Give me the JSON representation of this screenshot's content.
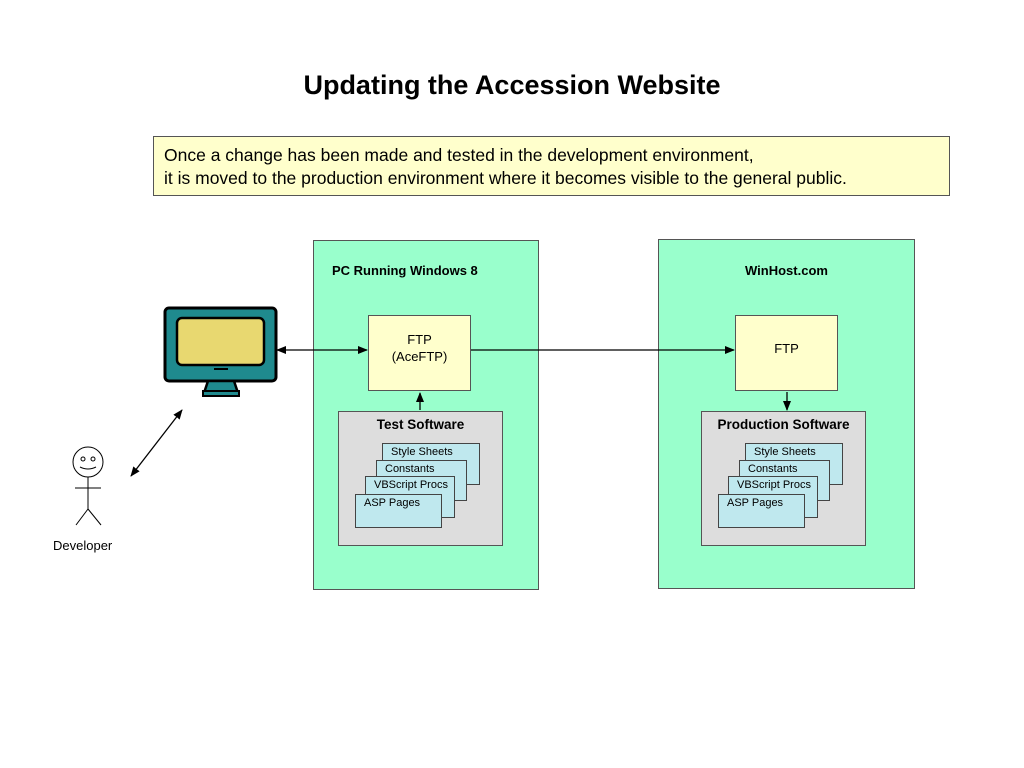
{
  "title": "Updating the Accession Website",
  "note": {
    "line1": "Once a change has been made and tested in the development environment,",
    "line2": "it is moved to the production environment where it becomes visible to the general public."
  },
  "developer": {
    "label": "Developer",
    "icon": "person-icon"
  },
  "monitor": {
    "icon": "monitor-icon",
    "frame_color": "#1f8a8e",
    "screen_color": "#e8d870"
  },
  "dev_env": {
    "label": "PC Running Windows 8",
    "ftp": {
      "line1": "FTP",
      "line2": "(AceFTP)"
    },
    "software": {
      "title": "Test Software",
      "items": [
        "Style Sheets",
        "Constants",
        "VBScript Procs",
        "ASP Pages"
      ]
    }
  },
  "prod_env": {
    "label": "WinHost.com",
    "ftp": {
      "line1": "FTP"
    },
    "software": {
      "title": "Production Software",
      "items": [
        "Style Sheets",
        "Constants",
        "VBScript Procs",
        "ASP Pages"
      ]
    }
  },
  "colors": {
    "env_fill": "#99ffcc",
    "note_fill": "#ffffcc",
    "ftp_fill": "#ffffcc",
    "software_fill": "#dddddd",
    "card_fill": "#bfe8ee"
  }
}
